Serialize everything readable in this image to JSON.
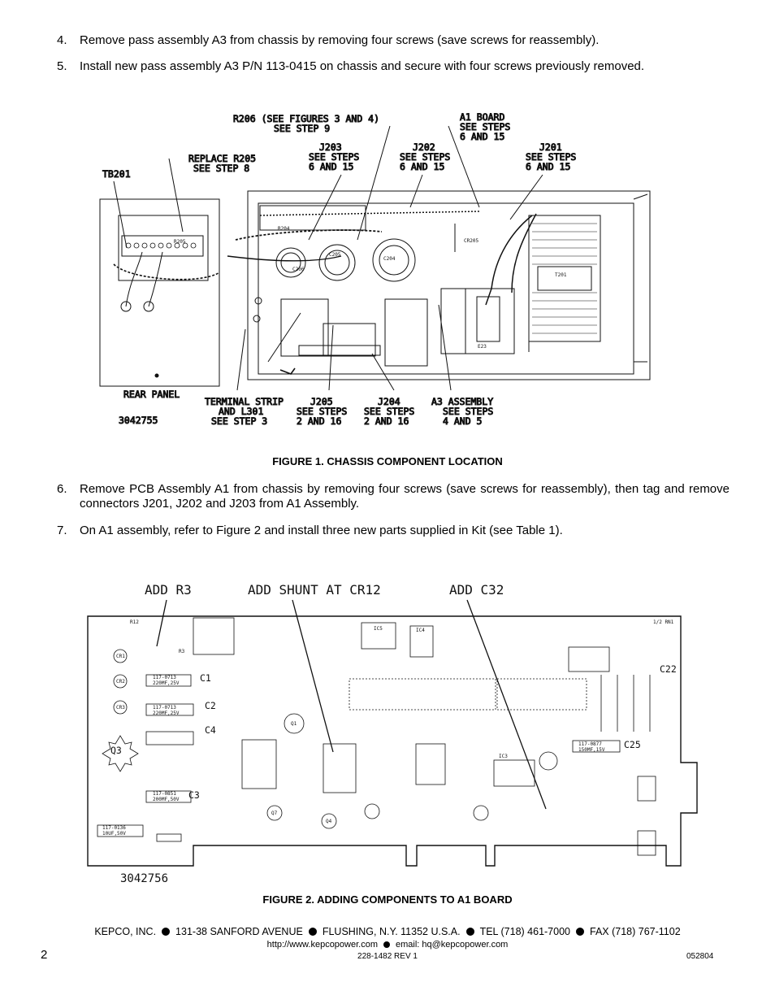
{
  "steps": [
    {
      "num": "4.",
      "text": "Remove pass assembly A3 from chassis by removing four screws (save screws for reassembly)."
    },
    {
      "num": "5.",
      "text": "Install new pass assembly A3 P/N 113-0415 on chassis and secure with four screws previously removed."
    },
    {
      "num": "6.",
      "text": "Remove PCB Assembly A1 from chassis by removing four screws (save screws for reassembly), then tag and remove connectors J201, J202 and J203 from A1 Assembly."
    },
    {
      "num": "7.",
      "text": "On A1 assembly, refer to Figure 2 and install three new parts supplied in Kit (see Table 1)."
    }
  ],
  "figure1": {
    "caption": "FIGURE 1.   CHASSIS COMPONENT LOCATION",
    "callouts": {
      "r206": [
        "R206 (SEE FIGURES 3 AND 4)",
        "SEE STEP 9"
      ],
      "a1board": [
        "A1 BOARD",
        "SEE STEPS",
        "6 AND 15"
      ],
      "j203": [
        "J203",
        "SEE STEPS",
        "6 AND 15"
      ],
      "j202": [
        "J202",
        "SEE STEPS",
        "6 AND 15"
      ],
      "j201": [
        "J201",
        "SEE STEPS",
        "6 AND 15"
      ],
      "r205": [
        "REPLACE R205",
        "SEE STEP 8"
      ],
      "tb201": "TB201",
      "rearpanel": "REAR PANEL",
      "terminal": [
        "TERMINAL STRIP",
        "AND L301",
        "SEE STEP 3"
      ],
      "j205": [
        "J205",
        "SEE STEPS",
        "2 AND 16"
      ],
      "j204": [
        "J204",
        "SEE STEPS",
        "2 AND 16"
      ],
      "a3": [
        "A3 ASSEMBLY",
        "SEE STEPS",
        "4 AND 5"
      ],
      "drawing_no": "3042755",
      "t201": "T201",
      "r205_tag": "R205",
      "r204_tag": "R204",
      "c206": "C206",
      "c205": "C205",
      "c204": "C204",
      "cr205": "CR205",
      "e23": "E23"
    }
  },
  "figure2": {
    "caption": "FIGURE 2.   ADDING COMPONENTS TO A1 BOARD",
    "callouts": {
      "r3": "ADD R3",
      "shunt": "ADD SHUNT AT CR12",
      "c32": "ADD C32",
      "drawing_no": "3042756"
    },
    "parts": {
      "c1": "C1",
      "c2": "C2",
      "c3": "C3",
      "c4": "C4",
      "c25": "C25",
      "q1": "Q1",
      "q3": "Q3",
      "q4": "Q4",
      "q7": "Q7",
      "v1": "117-0713",
      "v1b": "220MF,25V",
      "v2": "117-0713",
      "v2b": "220MF,25V",
      "v3": "117-0851",
      "v3b": "200MF,50V",
      "v4": "117-0877",
      "v4b": "150MF,15V",
      "v5": "117-0136",
      "v5b": "10UF,50V",
      "cr1": "CR1",
      "cr2": "CR2",
      "cr3": "CR3",
      "r12": "R12",
      "r3": "R3",
      "ic3": "IC3",
      "ic4": "IC4",
      "ic5": "IC5",
      "rn": "1/2 RN1",
      "c22": "C22"
    }
  },
  "footer": {
    "company": "KEPCO, INC.",
    "address": "131-38 SANFORD AVENUE",
    "city": "FLUSHING, N.Y. 11352 U.S.A.",
    "tel": "TEL (718) 461-7000",
    "fax": "FAX (718) 767-1102",
    "web": "http://www.kepcopower.com",
    "email": "email: hq@kepcopower.com",
    "page": "2",
    "doc": "228-1482 REV 1",
    "code": "052804"
  }
}
